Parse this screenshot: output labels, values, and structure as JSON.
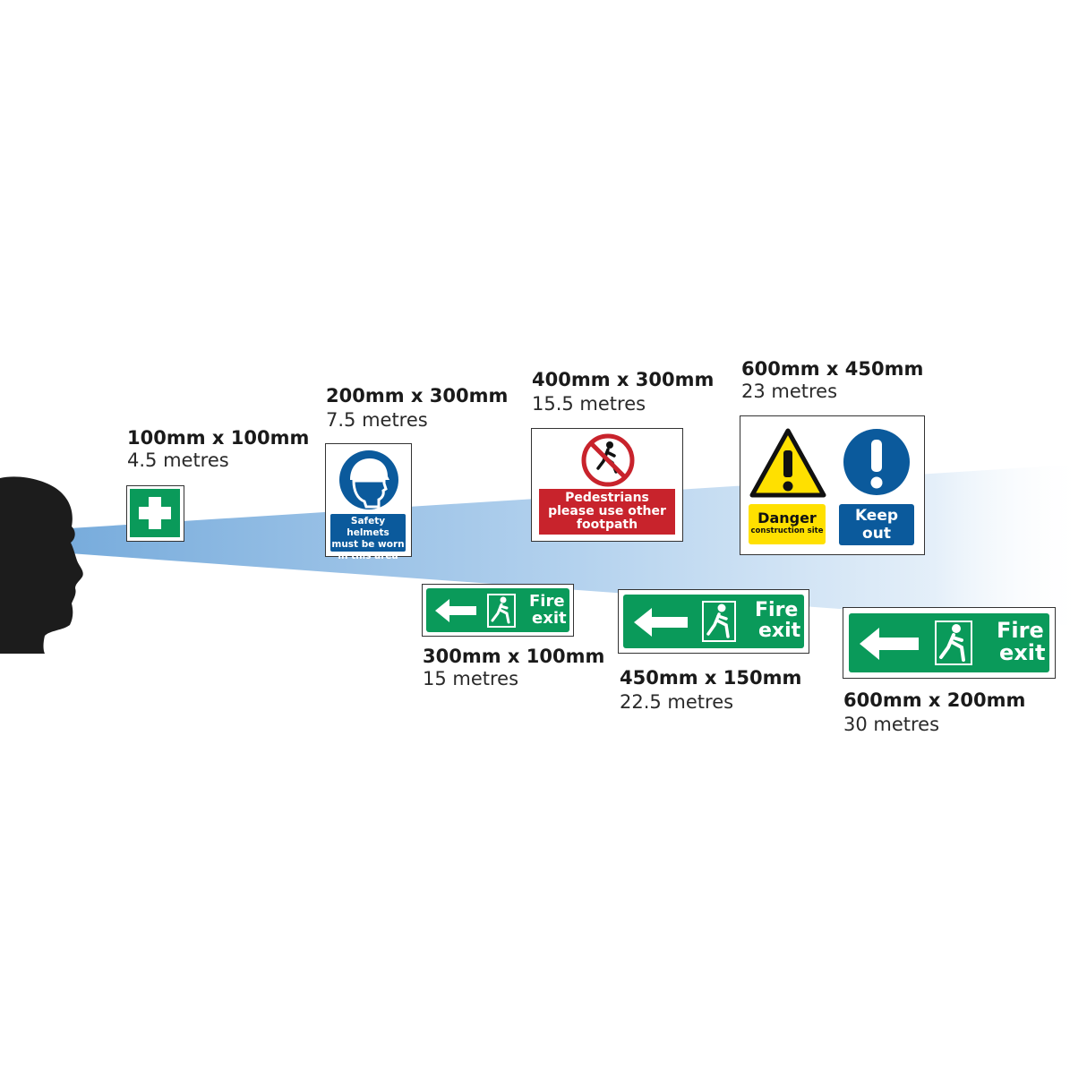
{
  "signs": [
    {
      "size": "100mm x 100mm",
      "distance": "4.5 metres"
    },
    {
      "size": "200mm x 300mm",
      "distance": "7.5 metres",
      "text": [
        "Safety helmets",
        "must be worn",
        "in this area"
      ]
    },
    {
      "size": "400mm x 300mm",
      "distance": "15.5 metres",
      "text": [
        "Pedestrians",
        "please use other",
        "footpath"
      ]
    },
    {
      "size": "600mm x 450mm",
      "distance": "23 metres",
      "left_title": "Danger",
      "left_sub": "construction site",
      "right_text": [
        "Keep",
        "out"
      ]
    },
    {
      "size": "300mm x 100mm",
      "distance": "15 metres",
      "text": [
        "Fire",
        "exit"
      ]
    },
    {
      "size": "450mm x 150mm",
      "distance": "22.5 metres",
      "text": [
        "Fire",
        "exit"
      ]
    },
    {
      "size": "600mm x 200mm",
      "distance": "30 metres",
      "text": [
        "Fire",
        "exit"
      ]
    }
  ],
  "colors": {
    "safe_green": "#0a9a5a",
    "mandatory_blue": "#0b5a9c",
    "prohibition_red": "#c8232c",
    "warning_yellow": "#ffe000",
    "beam_blue": "#7fb2e0",
    "silhouette": "#1c1c1c"
  }
}
